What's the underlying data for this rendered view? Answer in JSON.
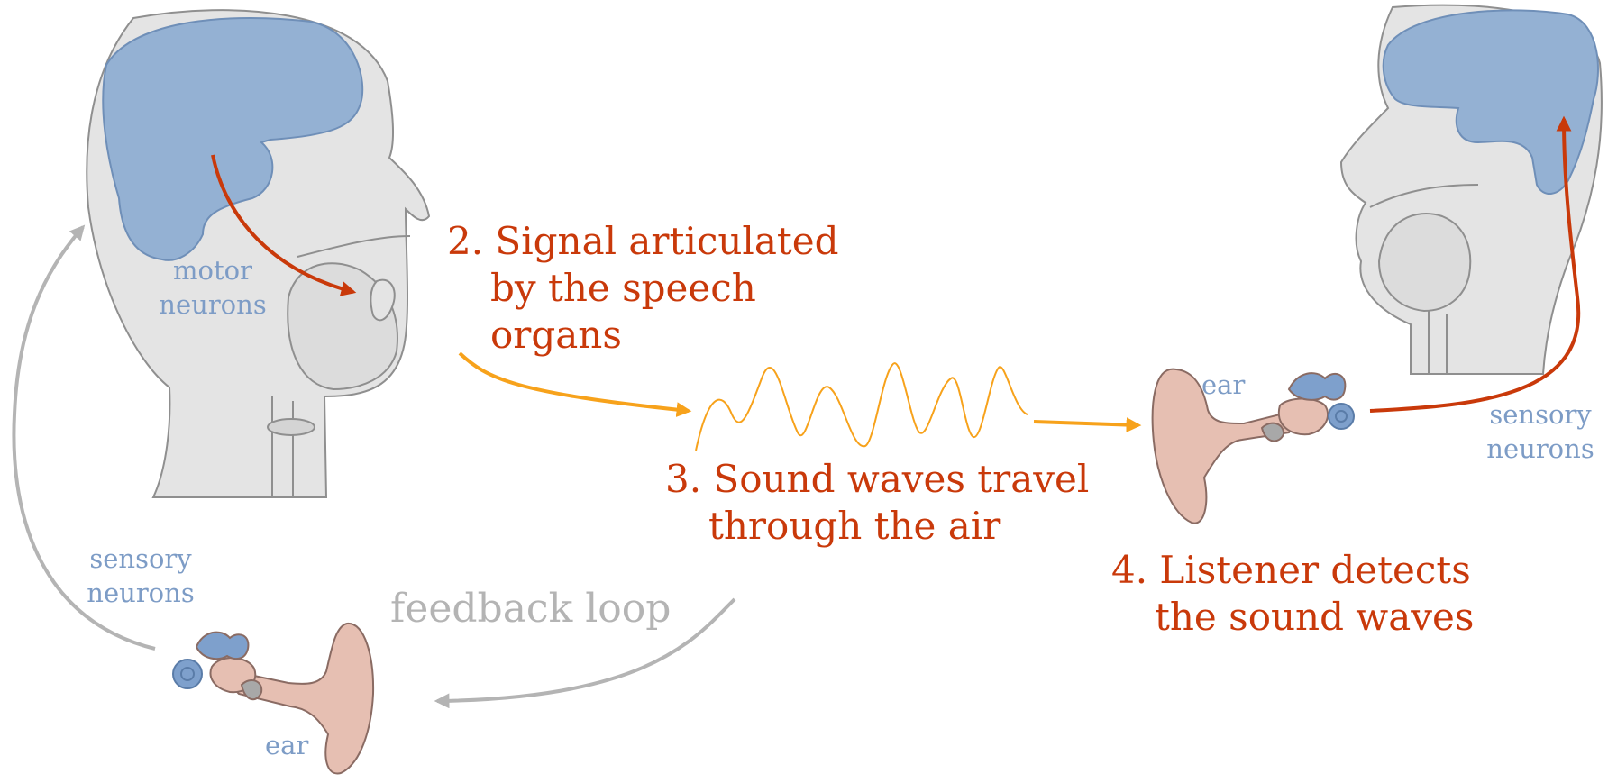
{
  "colors": {
    "head_fill": "#e4e4e4",
    "head_stroke": "#8f8f8f",
    "brain_fill": "#94b1d3",
    "brain_stroke": "#6f8fb8",
    "ear_fill": "#e6bfb2",
    "ear_stroke": "#8a6b63",
    "inner_ear_blue": "#7ea0cc",
    "red_arrow": "#c9390a",
    "orange_arrow": "#f7a21b",
    "feedback_grey": "#b4b4b4",
    "label_red": "#c9390a",
    "label_blue": "#7d9cc6"
  },
  "steps": {
    "step2": {
      "line1": "2. Signal articulated",
      "line2": "by the speech",
      "line3": "organs"
    },
    "step3": {
      "line1": "3. Sound waves travel",
      "line2": "through the air"
    },
    "step4": {
      "line1": "4. Listener detects",
      "line2": "the sound waves"
    }
  },
  "labels": {
    "motor_neurons": {
      "line1": "motor",
      "line2": "neurons"
    },
    "sensory_neurons_left": {
      "line1": "sensory",
      "line2": "neurons"
    },
    "sensory_neurons_right": {
      "line1": "sensory",
      "line2": "neurons"
    },
    "ear_speaker": "ear",
    "ear_listener": "ear",
    "feedback_loop": "feedback loop"
  },
  "icons": [
    "speaker-head",
    "listener-head",
    "speaker-ear",
    "listener-ear",
    "sound-wave"
  ]
}
